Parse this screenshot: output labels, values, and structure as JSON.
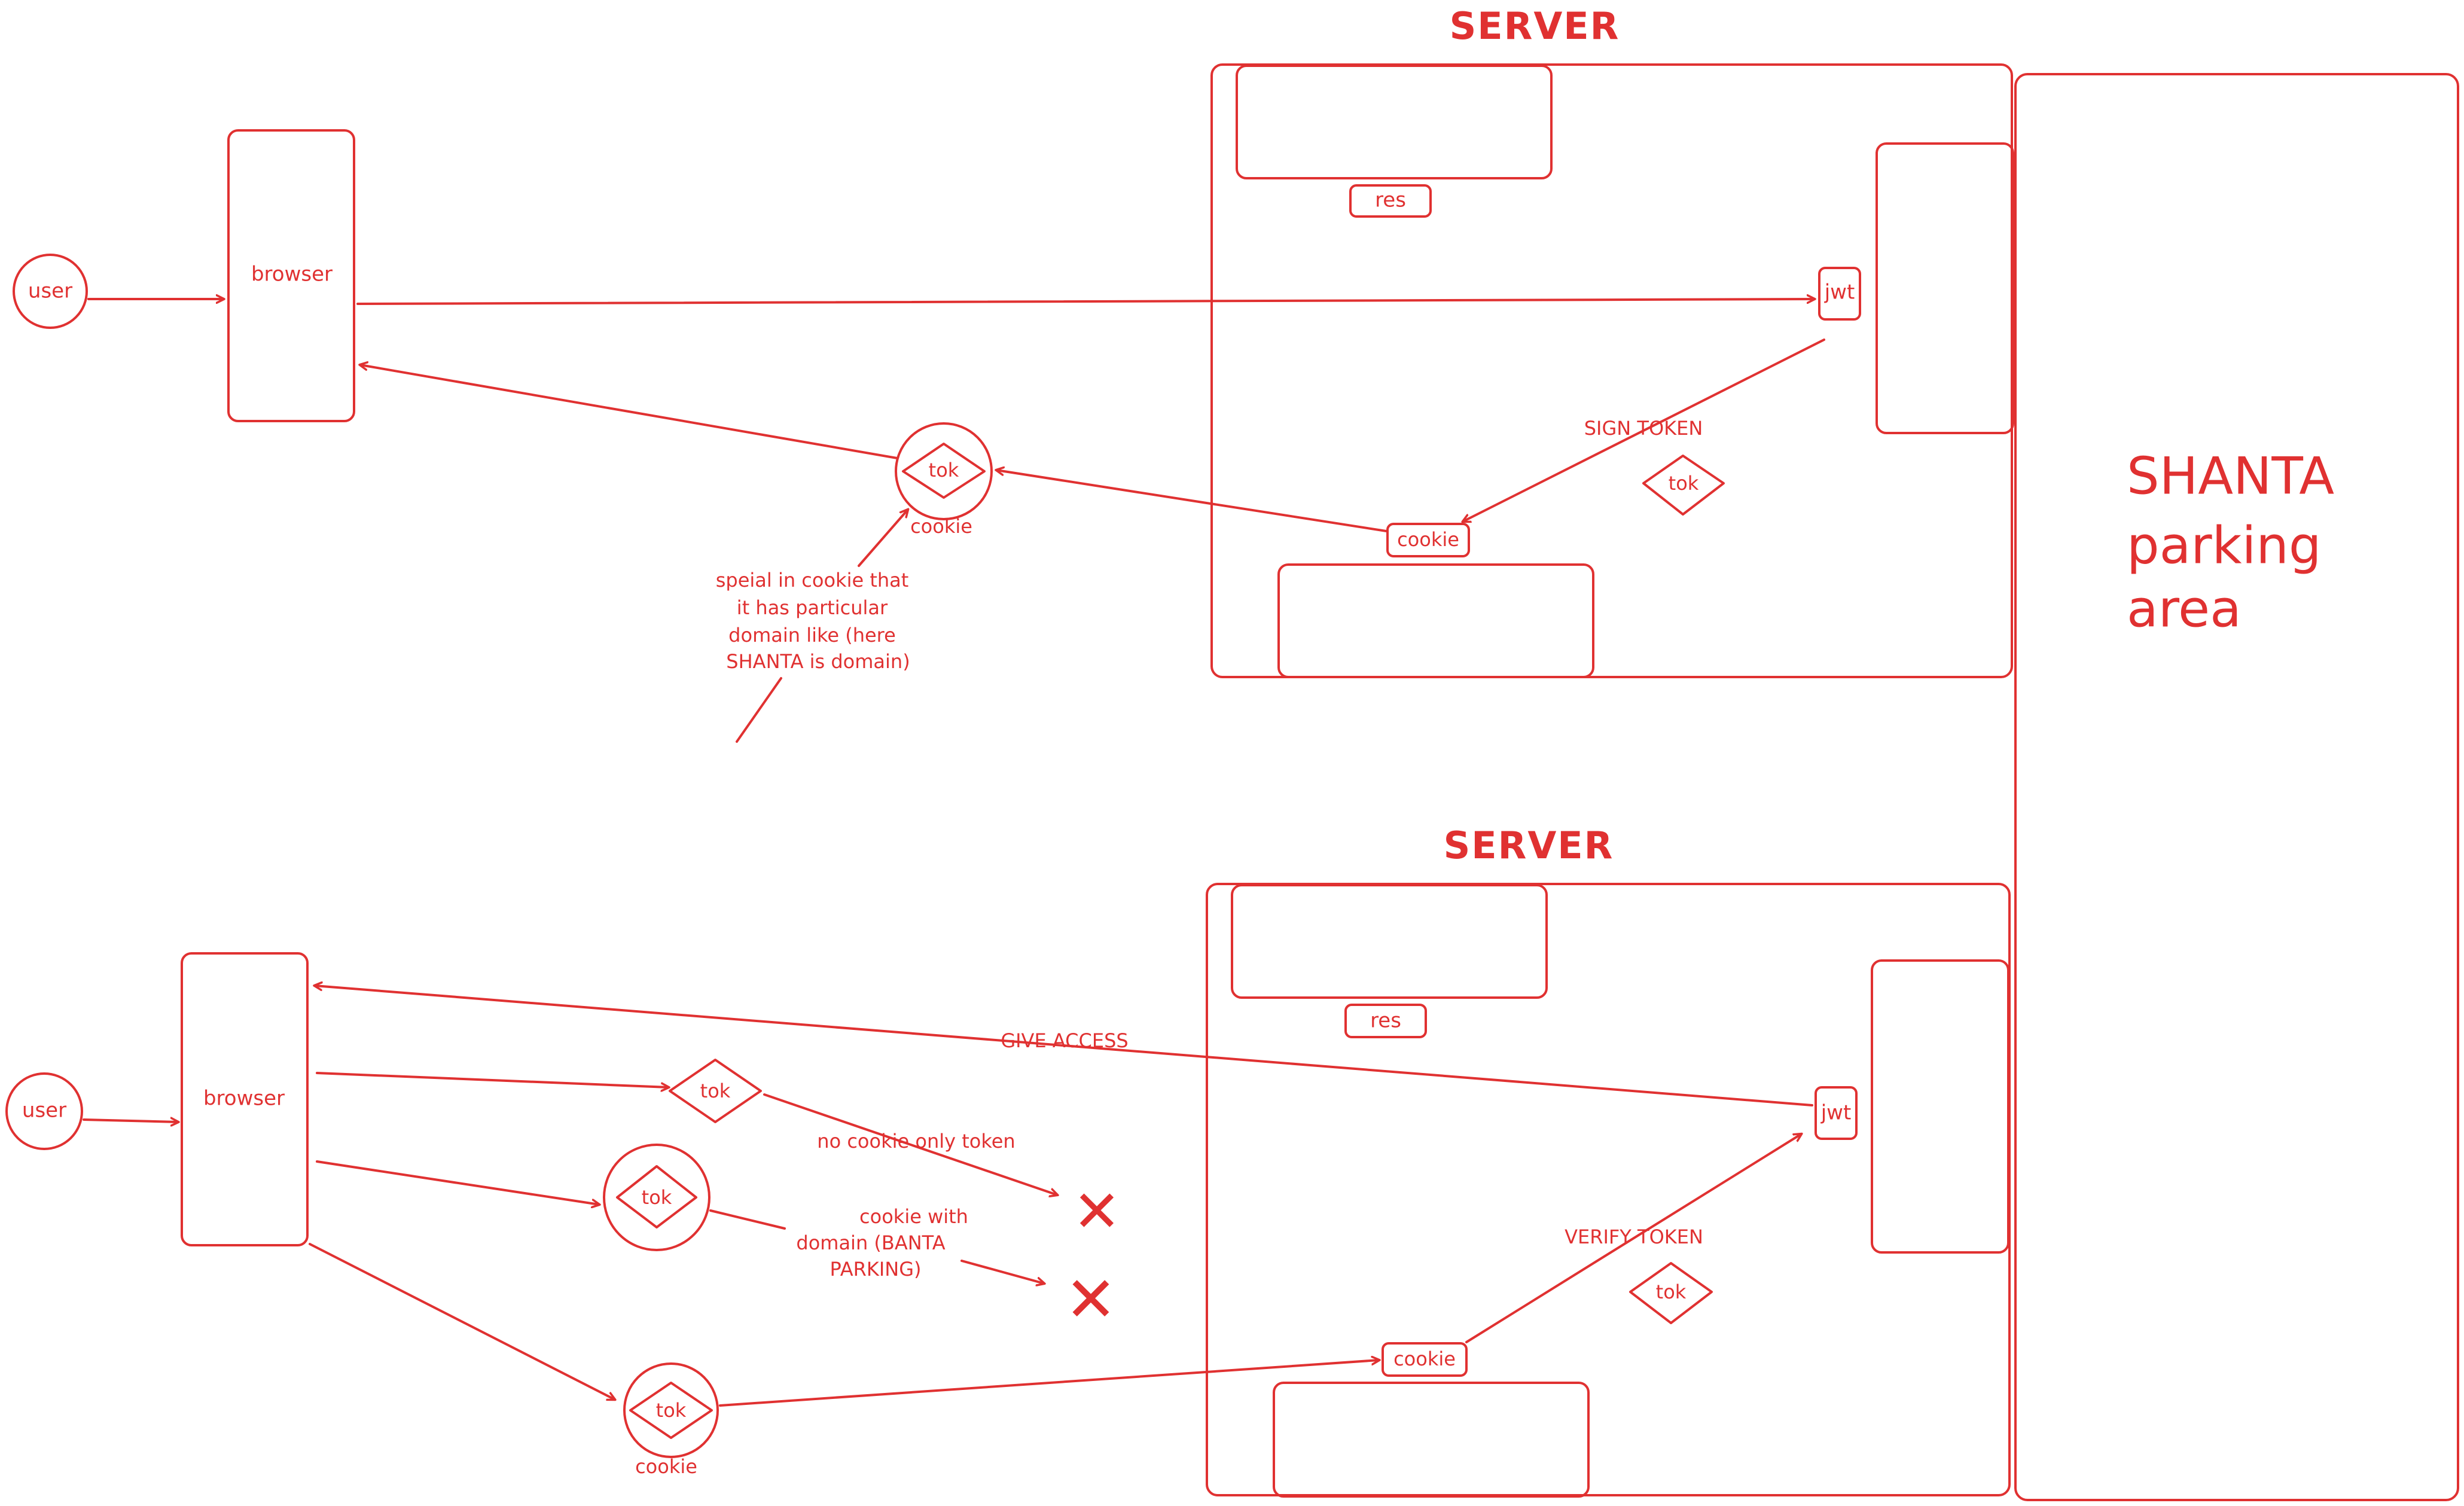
{
  "colors": {
    "ink": "#e03131",
    "background": "#ffffff"
  },
  "top": {
    "server_title": "SERVER",
    "user": "user",
    "browser": "browser",
    "res": "res",
    "jwt": "jwt",
    "sign_token": "SIGN TOKEN",
    "tok_diamond": "tok",
    "cookie_box": "cookie",
    "tok_cookie_circle": "tok",
    "cookie_caption": "cookie",
    "note_lines": [
      "speial in cookie that",
      "it has particular",
      "domain like (here",
      "SHANTA is domain)"
    ]
  },
  "parking": {
    "lines": [
      "SHANTA",
      "parking",
      "area"
    ]
  },
  "bottom": {
    "server_title": "SERVER",
    "user": "user",
    "browser": "browser",
    "res": "res",
    "jwt": "jwt",
    "give_access": "GIVE ACCESS",
    "tok_diamond_only": "tok",
    "no_cookie_label": "no cookie only token",
    "tok_banta_circle": "tok",
    "banta_note_lines": [
      "cookie with",
      "domain (BANTA",
      "PARKING)"
    ],
    "verify_token": "VERIFY TOKEN",
    "tok_diamond_verify": "tok",
    "cookie_box": "cookie",
    "tok_cookie_circle": "tok",
    "cookie_caption": "cookie",
    "reject_mark_1": "✕",
    "reject_mark_2": "✕"
  }
}
